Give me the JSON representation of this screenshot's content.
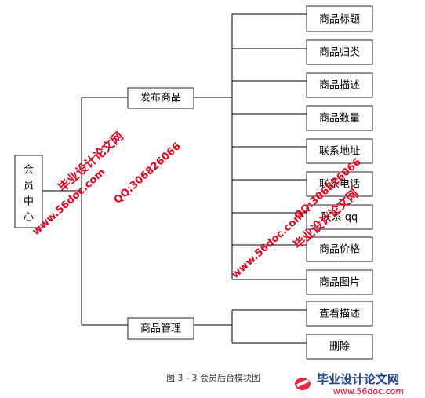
{
  "diagram": {
    "root": {
      "label_chars": [
        "会",
        "员",
        "中",
        "心"
      ]
    },
    "branches": [
      {
        "label": "发布商品",
        "children": [
          "商品标题",
          "商品归类",
          "商品描述",
          "商品数量",
          "联系地址",
          "联系电话",
          "联系 qq",
          "商品价格",
          "商品图片"
        ]
      },
      {
        "label": "商品管理",
        "children": [
          "查看描述",
          "删除"
        ]
      }
    ],
    "caption": "图 3 - 3 会员后台模块图"
  },
  "watermarks": {
    "title_cn": "毕业设计论文网",
    "site": "www.56doc.com",
    "qq": "QQ:306826066",
    "footer_cn": "毕业设计论文网",
    "footer_site": "www.56doc.com"
  },
  "colors": {
    "line": "#000000",
    "box_border": "#222222",
    "watermark_red": "#e8001c",
    "footer_blue": "#1d3f8f"
  }
}
